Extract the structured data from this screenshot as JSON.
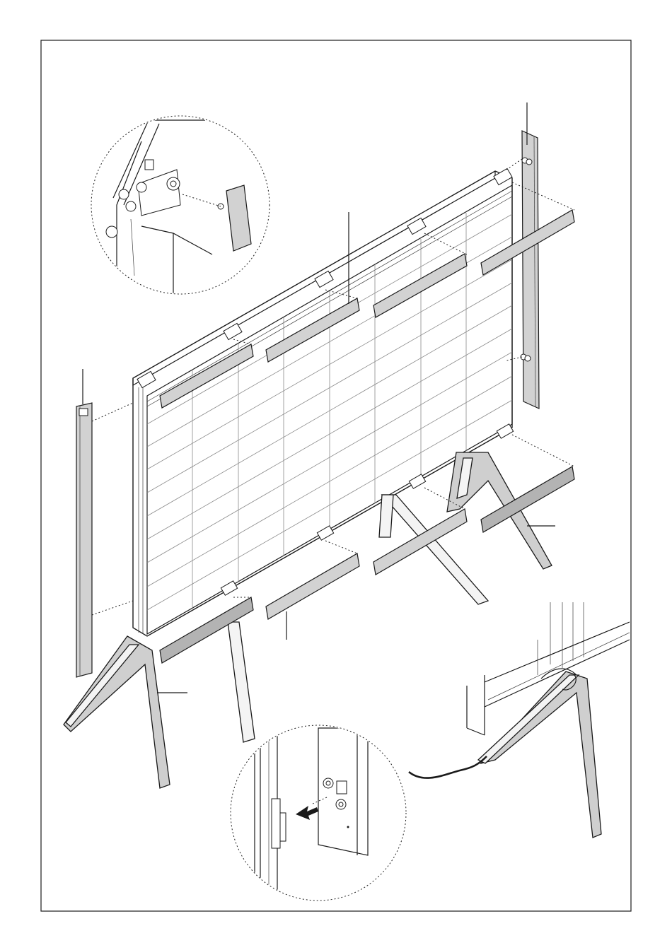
{
  "figure": {
    "colors": {
      "line": "#1a1a1a",
      "trim_fill": "#d2d2d2",
      "leg_fill": "#cfcfcf",
      "background": "#ffffff"
    },
    "callout_icons": [
      "top-bracket-detail",
      "side-bracket-detail",
      "cable-detail"
    ]
  }
}
